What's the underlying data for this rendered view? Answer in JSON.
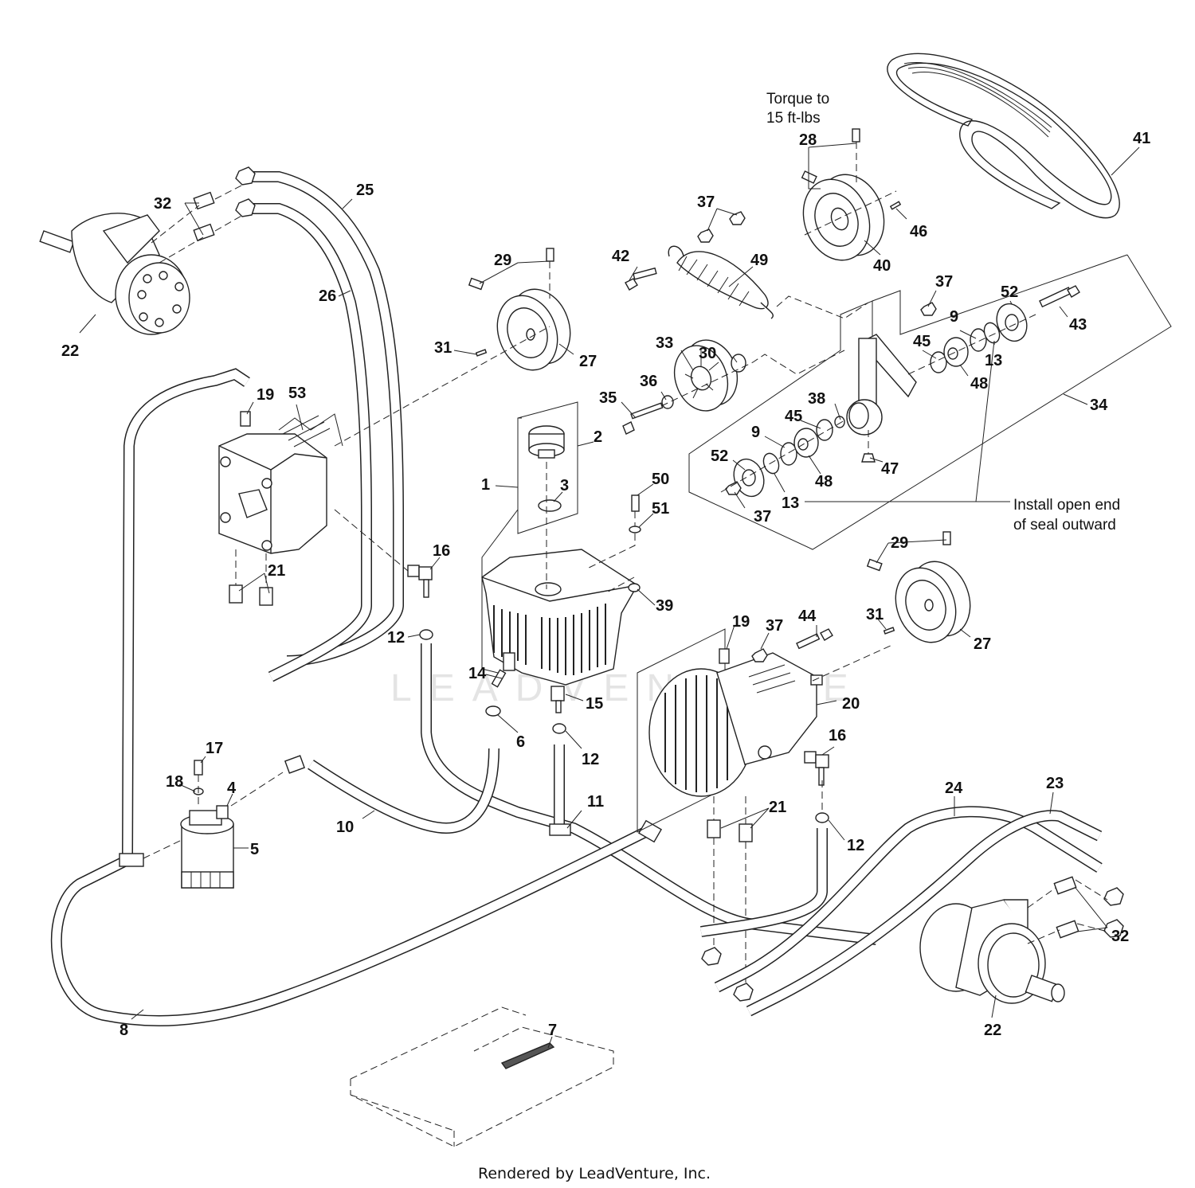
{
  "title": "Hydraulic Pump and Drive Parts Diagram",
  "watermark": "LEADVENTURE",
  "footer": "Rendered by LeadVenture, Inc.",
  "notes": {
    "torque": [
      "Torque to",
      "15 ft-lbs"
    ],
    "seal": [
      "Install open end",
      "of seal outward"
    ]
  },
  "parts": [
    {
      "id": "1",
      "name": "hydraulic-reservoir-assembly"
    },
    {
      "id": "2",
      "name": "reservoir-cap-kit"
    },
    {
      "id": "3",
      "name": "cap-o-ring"
    },
    {
      "id": "4",
      "name": "filter-fitting"
    },
    {
      "id": "5",
      "name": "oil-filter"
    },
    {
      "id": "6",
      "name": "hose-clamp"
    },
    {
      "id": "7",
      "name": "foam-strip"
    },
    {
      "id": "8",
      "name": "hydraulic-hose-long"
    },
    {
      "id": "9",
      "name": "retaining-ring"
    },
    {
      "id": "10",
      "name": "filter-hose"
    },
    {
      "id": "11",
      "name": "tee-fitting"
    },
    {
      "id": "12",
      "name": "hose-clamp"
    },
    {
      "id": "13",
      "name": "seal"
    },
    {
      "id": "14",
      "name": "elbow-fitting-45"
    },
    {
      "id": "15",
      "name": "straight-fitting"
    },
    {
      "id": "16",
      "name": "elbow-fitting-90"
    },
    {
      "id": "17",
      "name": "bolt"
    },
    {
      "id": "18",
      "name": "washer"
    },
    {
      "id": "19",
      "name": "fitting"
    },
    {
      "id": "20",
      "name": "hydraulic-pump-right"
    },
    {
      "id": "21",
      "name": "fitting"
    },
    {
      "id": "22",
      "name": "wheel-motor"
    },
    {
      "id": "23",
      "name": "hydraulic-hose"
    },
    {
      "id": "24",
      "name": "hydraulic-hose"
    },
    {
      "id": "25",
      "name": "hydraulic-hose"
    },
    {
      "id": "26",
      "name": "hydraulic-hose"
    },
    {
      "id": "27",
      "name": "pump-pulley"
    },
    {
      "id": "28",
      "name": "set-screw"
    },
    {
      "id": "29",
      "name": "set-screw"
    },
    {
      "id": "30",
      "name": "spacer"
    },
    {
      "id": "31",
      "name": "key"
    },
    {
      "id": "32",
      "name": "fitting"
    },
    {
      "id": "33",
      "name": "idler-pulley"
    },
    {
      "id": "34",
      "name": "idler-arm-assembly"
    },
    {
      "id": "35",
      "name": "bolt"
    },
    {
      "id": "36",
      "name": "washer"
    },
    {
      "id": "37",
      "name": "lock-nut"
    },
    {
      "id": "38",
      "name": "bushing"
    },
    {
      "id": "39",
      "name": "nut"
    },
    {
      "id": "40",
      "name": "engine-pulley"
    },
    {
      "id": "41",
      "name": "drive-belt"
    },
    {
      "id": "42",
      "name": "bolt"
    },
    {
      "id": "43",
      "name": "pivot-bolt"
    },
    {
      "id": "44",
      "name": "bolt"
    },
    {
      "id": "45",
      "name": "o-ring"
    },
    {
      "id": "46",
      "name": "key"
    },
    {
      "id": "47",
      "name": "grease-fitting"
    },
    {
      "id": "48",
      "name": "bearing"
    },
    {
      "id": "49",
      "name": "extension-spring"
    },
    {
      "id": "50",
      "name": "bolt"
    },
    {
      "id": "51",
      "name": "washer"
    },
    {
      "id": "52",
      "name": "dust-cap"
    },
    {
      "id": "53",
      "name": "hydraulic-pump-left"
    }
  ],
  "callouts": [
    {
      "text": "41"
    },
    {
      "text": "28"
    },
    {
      "text": "46"
    },
    {
      "text": "40"
    },
    {
      "text": "37"
    },
    {
      "text": "42"
    },
    {
      "text": "49"
    },
    {
      "text": "25"
    },
    {
      "text": "32"
    },
    {
      "text": "26"
    },
    {
      "text": "22"
    },
    {
      "text": "29"
    },
    {
      "text": "31"
    },
    {
      "text": "27"
    },
    {
      "text": "37"
    },
    {
      "text": "52"
    },
    {
      "text": "9"
    },
    {
      "text": "43"
    },
    {
      "text": "45"
    },
    {
      "text": "48"
    },
    {
      "text": "13"
    },
    {
      "text": "30"
    },
    {
      "text": "33"
    },
    {
      "text": "36"
    },
    {
      "text": "35"
    },
    {
      "text": "34"
    },
    {
      "text": "38"
    },
    {
      "text": "45"
    },
    {
      "text": "9"
    },
    {
      "text": "52"
    },
    {
      "text": "48"
    },
    {
      "text": "47"
    },
    {
      "text": "13"
    },
    {
      "text": "37"
    },
    {
      "text": "19"
    },
    {
      "text": "53"
    },
    {
      "text": "2"
    },
    {
      "text": "1"
    },
    {
      "text": "3"
    },
    {
      "text": "50"
    },
    {
      "text": "51"
    },
    {
      "text": "16"
    },
    {
      "text": "21"
    },
    {
      "text": "39"
    },
    {
      "text": "12"
    },
    {
      "text": "29"
    },
    {
      "text": "31"
    },
    {
      "text": "27"
    },
    {
      "text": "19"
    },
    {
      "text": "37"
    },
    {
      "text": "44"
    },
    {
      "text": "14"
    },
    {
      "text": "15"
    },
    {
      "text": "20"
    },
    {
      "text": "16"
    },
    {
      "text": "6"
    },
    {
      "text": "12"
    },
    {
      "text": "17"
    },
    {
      "text": "18"
    },
    {
      "text": "4"
    },
    {
      "text": "5"
    },
    {
      "text": "10"
    },
    {
      "text": "11"
    },
    {
      "text": "21"
    },
    {
      "text": "12"
    },
    {
      "text": "24"
    },
    {
      "text": "23"
    },
    {
      "text": "32"
    },
    {
      "text": "22"
    },
    {
      "text": "8"
    },
    {
      "text": "7"
    }
  ]
}
